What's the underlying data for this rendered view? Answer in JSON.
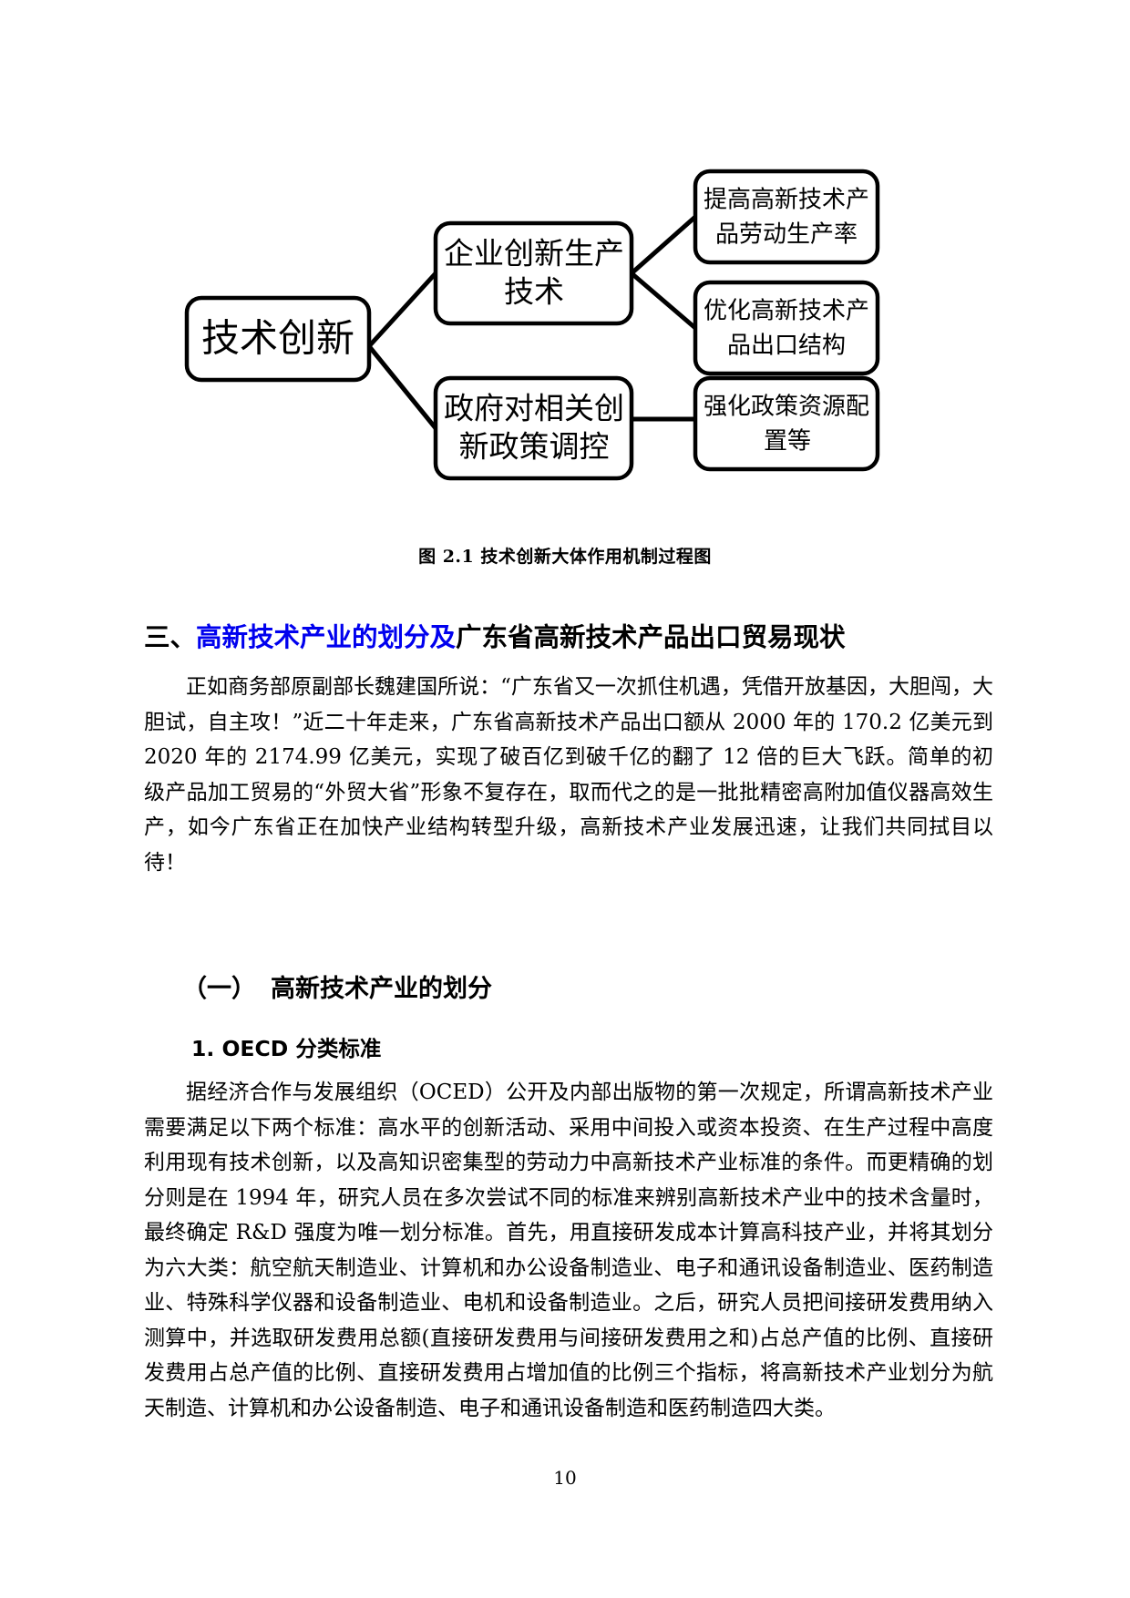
{
  "figure": {
    "caption": "图 2.1 技术创新大体作用机制过程图",
    "nodes": {
      "root": "技术创新",
      "branch_1": [
        "企业创新生产",
        "技术"
      ],
      "branch_2": [
        "政府对相关创",
        "新政策调控"
      ],
      "leaf_1": [
        "提高高新技术产",
        "品劳动生产率"
      ],
      "leaf_2": [
        "优化高新技术产",
        "品出口结构"
      ],
      "leaf_3": [
        "强化政策资源配",
        "置等"
      ]
    }
  },
  "section": {
    "number": "三、",
    "title_highlight": "高新技术产业的划分及",
    "title_rest": "广东省高新技术产品出口贸易现状",
    "highlight_color": "#0000ee"
  },
  "paragraphs": {
    "intro": "正如商务部原副部长魏建国所说：“广东省又一次抓住机遇，凭借开放基因，大胆闯，大胆试，自主攻！”近二十年走来，广东省高新技术产品出口额从 2000 年的 170.2 亿美元到 2020 年的 2174.99 亿美元，实现了破百亿到破千亿的翻了 12 倍的巨大飞跃。简单的初级产品加工贸易的“外贸大省”形象不复存在，取而代之的是一批批精密高附加值仪器高效生产，如今广东省正在加快产业结构转型升级，高新技术产业发展迅速，让我们共同拭目以待！",
    "oecd": "据经济合作与发展组织（OCED）公开及内部出版物的第一次规定，所谓高新技术产业需要满足以下两个标准：高水平的创新活动、采用中间投入或资本投资、在生产过程中高度利用现有技术创新，以及高知识密集型的劳动力中高新技术产业标准的条件。而更精确的划分则是在 1994 年，研究人员在多次尝试不同的标准来辨别高新技术产业中的技术含量时，最终确定 R&D 强度为唯一划分标准。首先，用直接研发成本计算高科技产业，并将其划分为六大类：航空航天制造业、计算机和办公设备制造业、电子和通讯设备制造业、医药制造业、特殊科学仪器和设备制造业、电机和设备制造业。之后，研究人员把间接研发费用纳入测算中，并选取研发费用总额(直接研发费用与间接研发费用之和)占总产值的比例、直接研发费用占总产值的比例、直接研发费用占增加值的比例三个指标，将高新技术产业划分为航天制造、计算机和办公设备制造、电子和通讯设备制造和医药制造四大类。"
  },
  "subheading_1": {
    "number": "（一）",
    "text": "高新技术产业的划分"
  },
  "subheading_2": {
    "text": "1. OECD 分类标准"
  },
  "footer": {
    "page_number": "10"
  }
}
